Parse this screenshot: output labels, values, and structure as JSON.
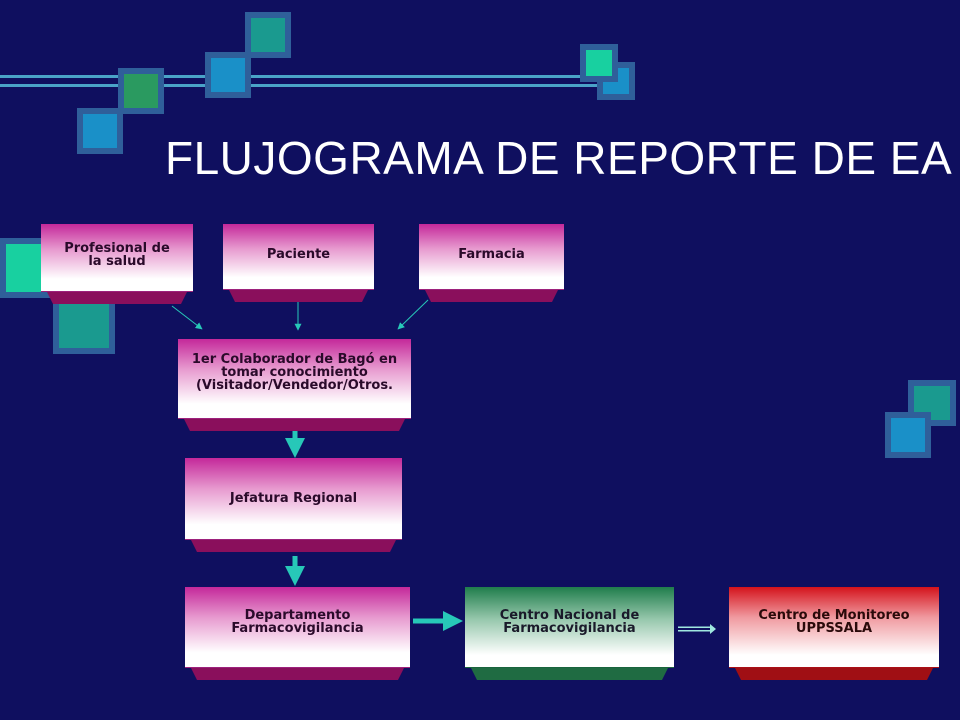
{
  "title": "FLUJOGRAMA DE REPORTE DE EA",
  "colors": {
    "background": "#0f0f5f",
    "node_magenta": "#c4289a",
    "node_green": "#1f7d4c",
    "node_red": "#d4121b",
    "connector": "#27c8b8"
  },
  "nodes": {
    "profesional": "Profesional de\nla salud",
    "paciente": "Paciente",
    "farmacia": "Farmacia",
    "colaborador": "1er Colaborador de Bagó en\ntomar conocimiento\n(Visitador/Vendedor/Otros.",
    "jefatura": "Jefatura Regional",
    "departamento": "Departamento\nFarmacovigilancia",
    "centro_nacional": "Centro Nacional de\nFarmacovigilancia",
    "centro_monitoreo": "Centro de Monitoreo\nUPPSSALA"
  }
}
